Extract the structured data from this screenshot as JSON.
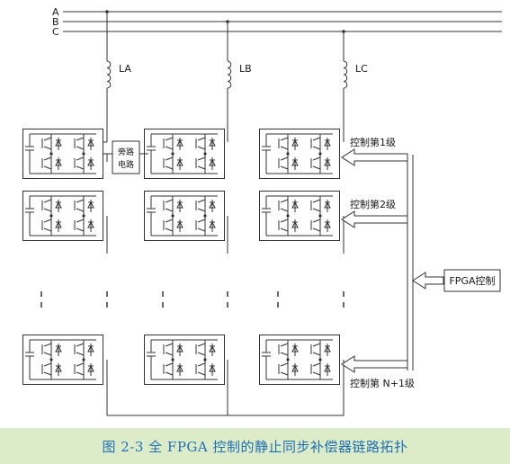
{
  "phases": [
    "A",
    "B",
    "C"
  ],
  "inductors": [
    "LA",
    "LB",
    "LC"
  ],
  "bypass_label": [
    "旁路",
    "电路"
  ],
  "control_levels": [
    "控制第1级",
    "控制第2级",
    "控制第 N+1级"
  ],
  "fpga_label": "FPGA控制",
  "caption": "图 2-3 全 FPGA 控制的静止同步补偿器链路拓扑"
}
